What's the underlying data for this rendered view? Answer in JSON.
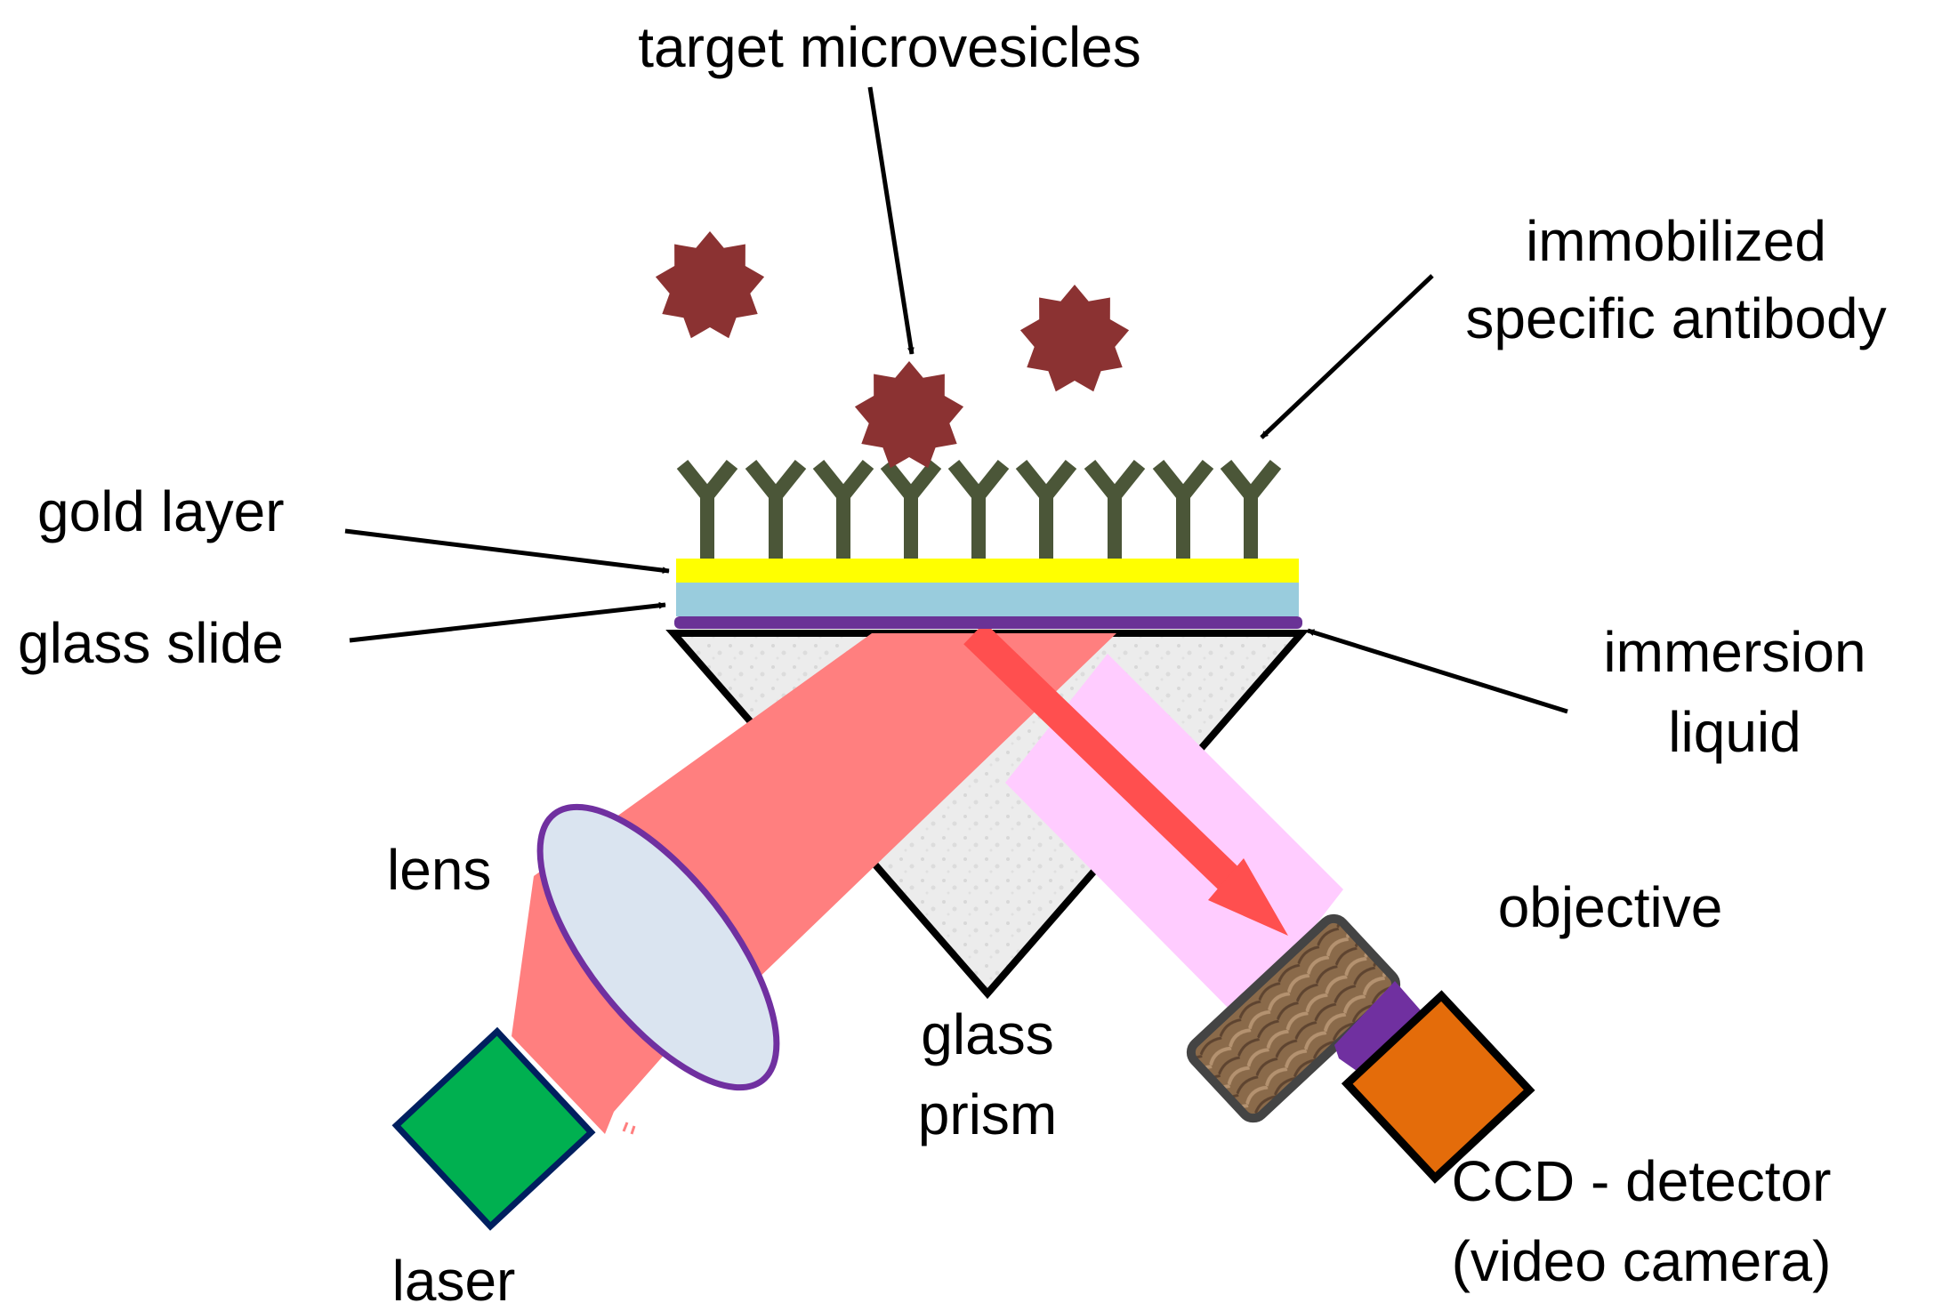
{
  "labels": {
    "target": "target microvesicles",
    "antibody_line1": "immobilized",
    "antibody_line2": "specific antibody",
    "gold": "gold layer",
    "glass_slide": "glass slide",
    "immersion_line1": "immersion",
    "immersion_line2": "liquid",
    "lens": "lens",
    "objective": "objective",
    "prism_line1": "glass",
    "prism_line2": "prism",
    "ccd_line1": "CCD - detector",
    "ccd_line2": "(video camera)",
    "laser": "laser"
  },
  "colors": {
    "microvesicle": "#8b3232",
    "antibody": "#4b5638",
    "gold_layer": "#ffff00",
    "glass_slide": "#99ccdd",
    "immersion_liquid": "#6a3296",
    "prism_fill": "#eeeeee",
    "laser_beam": "#ff7f7f",
    "reflected_beam": "#ffccff",
    "arrow_red": "#ff4f4f",
    "lens_fill": "#dae4f0",
    "lens_stroke": "#7030a0",
    "laser_body": "#00b050",
    "laser_border": "#001f5f",
    "ccd_body": "#e46c0a",
    "ccd_connector": "#7030a0",
    "objective_fill": "#8a6a4a"
  }
}
